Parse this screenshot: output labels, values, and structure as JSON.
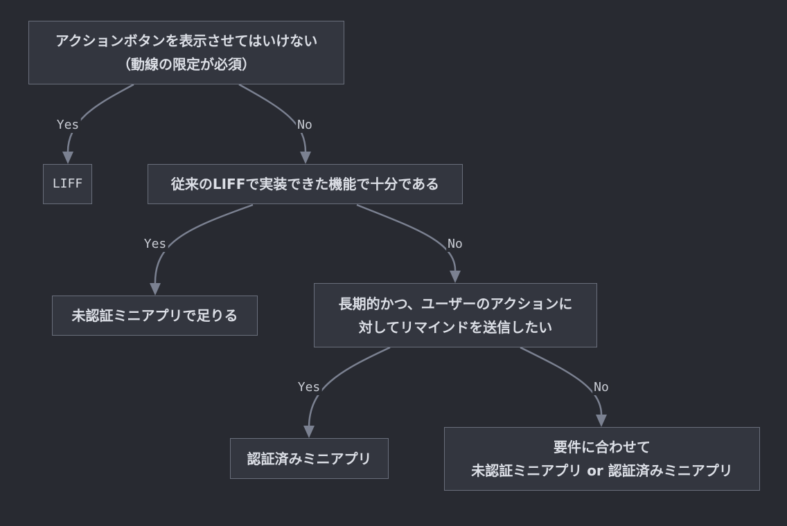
{
  "nodes": {
    "q1": {
      "lines": [
        "アクションボタンを表示させてはいけない",
        "（動線の限定が必須）"
      ]
    },
    "liff": {
      "lines": [
        "LIFF"
      ]
    },
    "q2": {
      "lines": [
        "従来のLIFFで実装できた機能で十分である"
      ]
    },
    "unauth1": {
      "lines": [
        "未認証ミニアプリで足りる"
      ]
    },
    "q3": {
      "lines": [
        "長期的かつ、ユーザーのアクションに",
        "対してリマインドを送信したい"
      ]
    },
    "auth": {
      "lines": [
        "認証済みミニアプリ"
      ]
    },
    "either": {
      "lines": [
        "要件に合わせて",
        "未認証ミニアプリ or 認証済みミニアプリ"
      ]
    }
  },
  "edges": {
    "e1": {
      "label": "Yes"
    },
    "e2": {
      "label": "No"
    },
    "e3": {
      "label": "Yes"
    },
    "e4": {
      "label": "No"
    },
    "e5": {
      "label": "Yes"
    },
    "e6": {
      "label": "No"
    }
  },
  "colors": {
    "background": "#282a31",
    "node_fill": "#33363f",
    "node_border": "#6a6f7c",
    "text": "#dcdfe6",
    "edge": "#7b8191"
  }
}
